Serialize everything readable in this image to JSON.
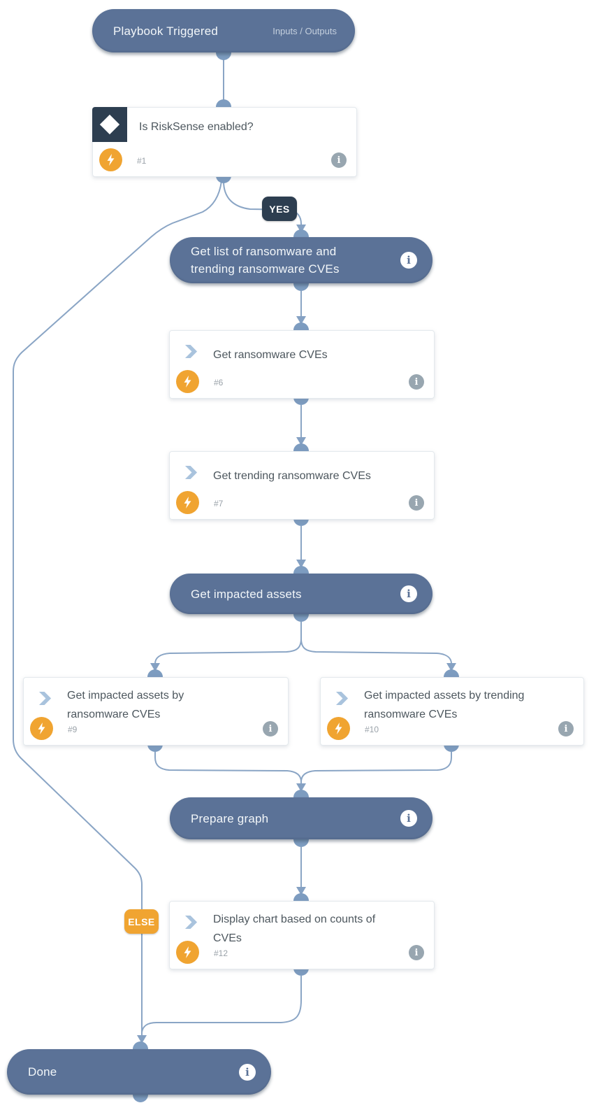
{
  "colors": {
    "node_pill": "#5b7297",
    "card_bg": "#ffffff",
    "card_border": "#e4e9ed",
    "decision_icon_bg": "#2d3e50",
    "branch_yes_bg": "#2d3e50",
    "branch_else_bg": "#f0a431",
    "lightning_bg": "#f0a431",
    "edge_line": "#8aa5c5",
    "port": "#7d9cc0",
    "card_title_text": "#4d575e",
    "step_text": "#9aa2a9",
    "info_gray": "#98a6b0",
    "pill_text": "#f2f6f9",
    "io_text": "#c5d0de"
  },
  "nodes": {
    "trigger": {
      "title": "Playbook Triggered",
      "io_label": "Inputs / Outputs"
    },
    "decision": {
      "title": "Is RiskSense enabled?",
      "step": "#1"
    },
    "branch_yes": {
      "label": "YES"
    },
    "branch_else": {
      "label": "ELSE"
    },
    "get_list": {
      "title": "Get list of ransomware and trending ransomware CVEs"
    },
    "get_ransomware": {
      "title": "Get ransomware CVEs",
      "step": "#6"
    },
    "get_trending": {
      "title": "Get trending ransomware CVEs",
      "step": "#7"
    },
    "get_impacted": {
      "title": "Get impacted assets"
    },
    "impacted_ransomware": {
      "title": "Get impacted assets by ransomware CVEs",
      "step": "#9"
    },
    "impacted_trending": {
      "title": "Get impacted assets by trending ransomware CVEs",
      "step": "#10"
    },
    "prepare_graph": {
      "title": "Prepare graph"
    },
    "display_chart": {
      "title": "Display chart based on counts of CVEs",
      "step": "#12"
    },
    "done": {
      "title": "Done"
    }
  }
}
